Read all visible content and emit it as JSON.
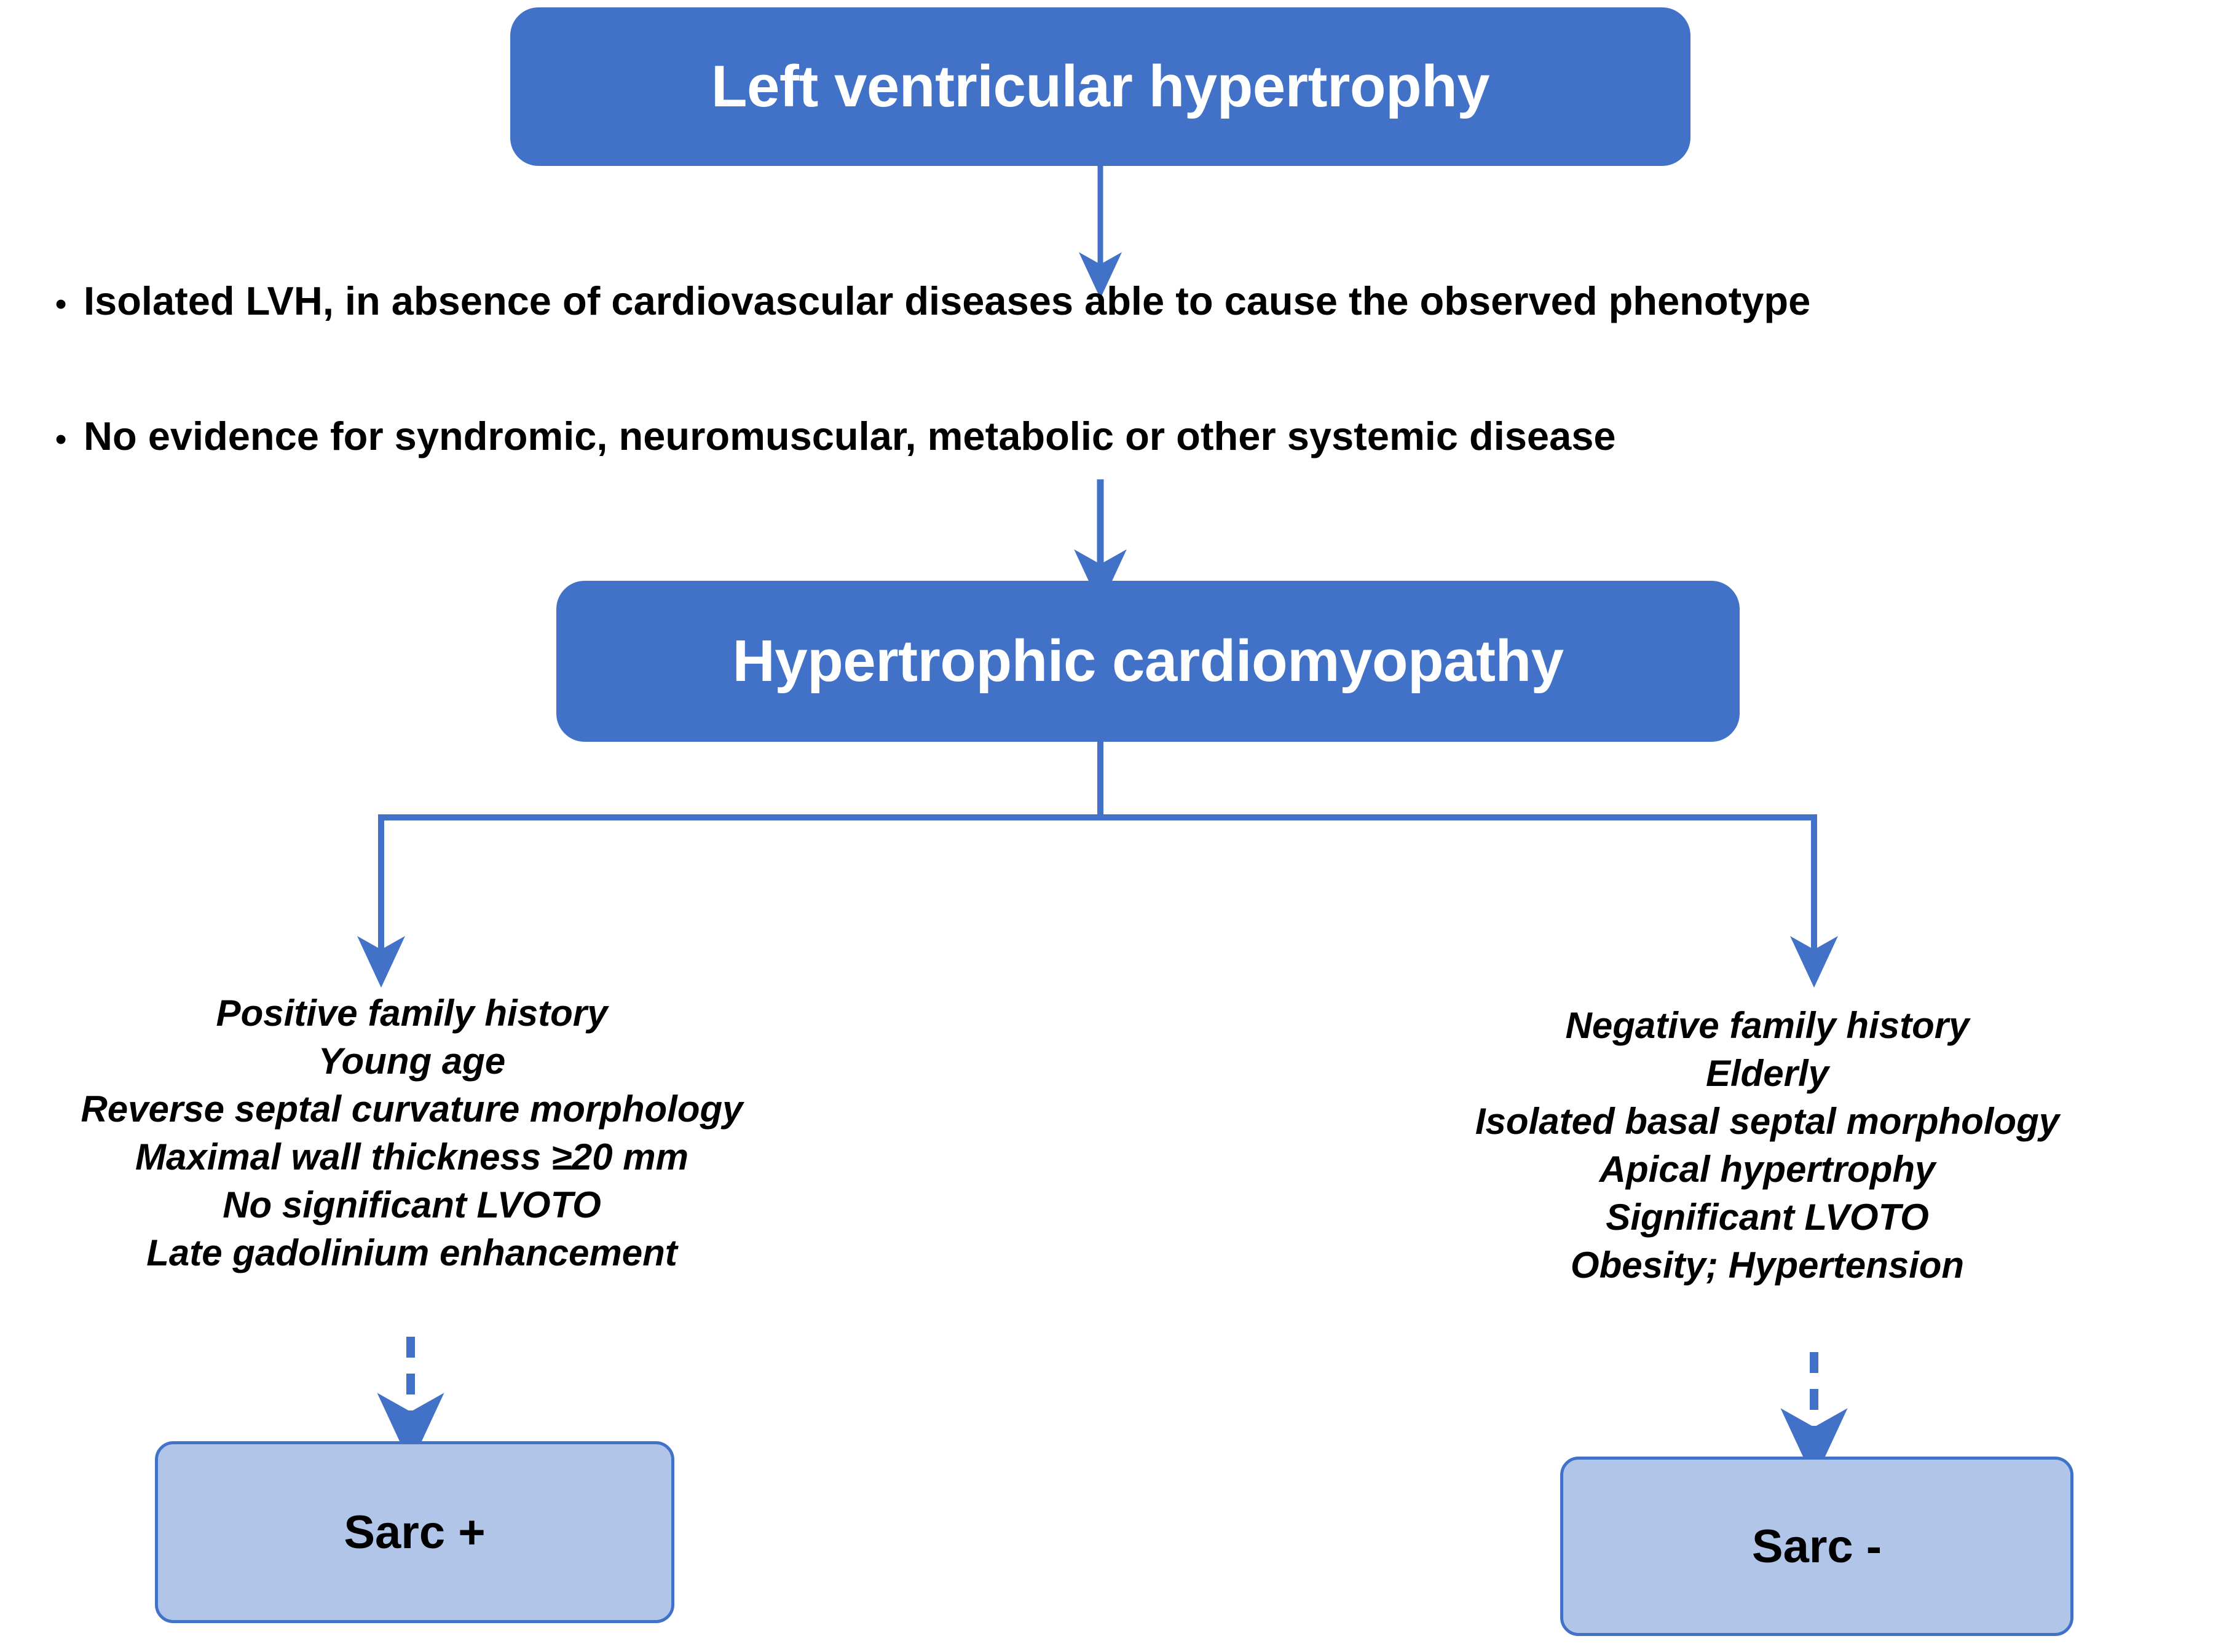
{
  "diagram": {
    "title_node": "Left ventricular hypertrophy",
    "criteria": [
      {
        "bullet": "•",
        "text": "Isolated LVH, in absence of cardiovascular diseases able to cause the observed phenotype"
      },
      {
        "bullet": "•",
        "text": "No evidence for syndromic, neuromuscular, metabolic or other systemic disease"
      }
    ],
    "middle_node": "Hypertrophic cardiomyopathy",
    "branches": {
      "left": {
        "features": [
          "Positive family history",
          "Young age",
          "Reverse septal curvature morphology",
          "Maximal wall thickness ≥20 mm",
          "No significant LVOTO",
          "Late gadolinium enhancement"
        ],
        "outcome": "Sarc +"
      },
      "right": {
        "features": [
          "Negative family history",
          "Elderly",
          "Isolated basal septal morphology",
          "Apical hypertrophy",
          "Significant LVOTO",
          "Obesity; Hypertension"
        ],
        "outcome": "Sarc -"
      }
    },
    "colors": {
      "primary_box_fill": "#4272C8",
      "primary_box_text": "#FFFFFF",
      "outcome_box_fill": "#B0C5E8",
      "outcome_box_border": "#4272C8",
      "connector": "#4272C8",
      "body_text": "#000000",
      "background": "#FFFFFF"
    }
  }
}
